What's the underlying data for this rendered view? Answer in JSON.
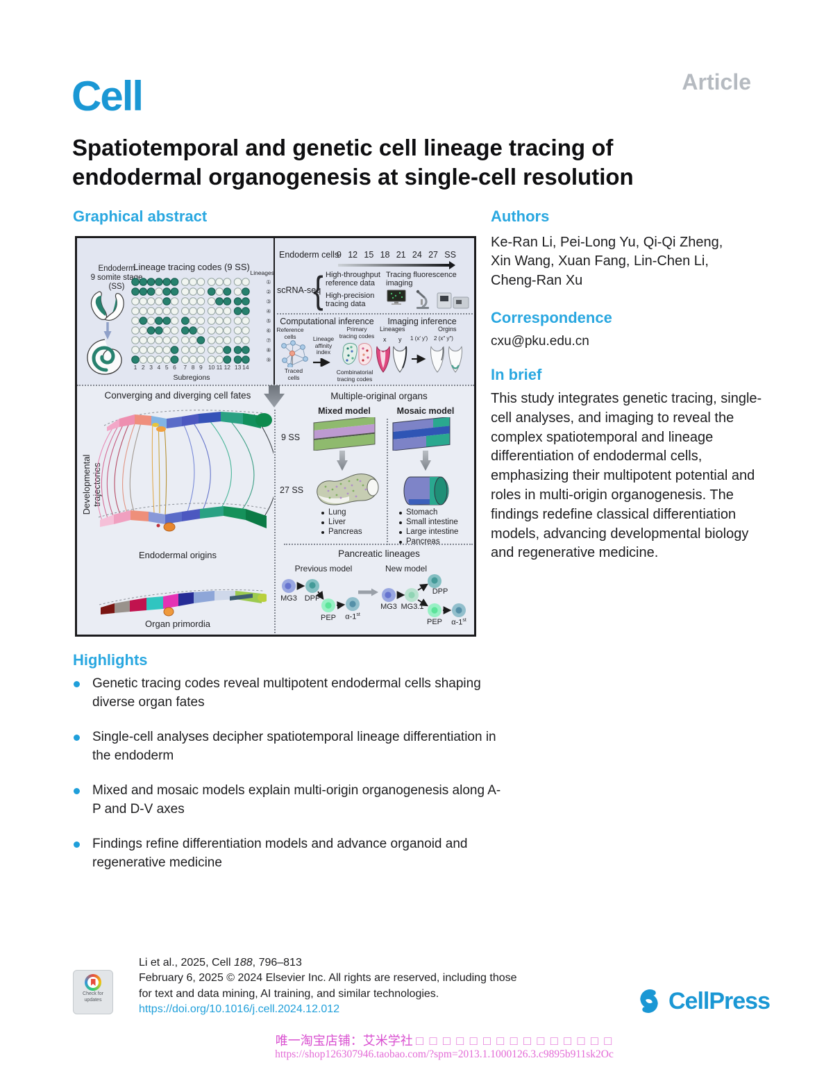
{
  "page": {
    "article_label": "Article"
  },
  "brand": {
    "logo": "Cell",
    "cellpress": "CellPress"
  },
  "title": {
    "line1": "Spatiotemporal and genetic cell lineage tracing of",
    "line2": "endodermal organogenesis at single-cell resolution"
  },
  "sections": {
    "graphical_abstract": "Graphical abstract",
    "authors": "Authors",
    "correspondence": "Correspondence",
    "in_brief": "In brief",
    "highlights": "Highlights"
  },
  "authors": {
    "line1": "Ke-Ran Li, Pei-Long Yu, Qi-Qi Zheng,",
    "line2": "Xin Wang, Xuan Fang, Lin-Chen Li,",
    "line3": "Cheng-Ran Xu"
  },
  "correspondence": {
    "email": "cxu@pku.edu.cn"
  },
  "in_brief": {
    "text": "This study integrates genetic tracing, single-cell analyses, and imaging to reveal the complex spatiotemporal and lineage differentiation of endodermal cells, emphasizing their multipotent potential and roles in multi-origin organogenesis. The findings redefine classical differentiation models, advancing developmental biology and regenerative medicine."
  },
  "highlights": {
    "items": [
      "Genetic tracing codes reveal multipotent endodermal cells shaping diverse organ fates",
      "Single-cell analyses decipher spatiotemporal lineage differentiation in the endoderm",
      "Mixed and mosaic models explain multi-origin organogenesis along A-P and D-V axes",
      "Findings refine differentiation models and advance organoid and regenerative medicine"
    ]
  },
  "abstract": {
    "stage": {
      "l1": "Endoderm",
      "l2": "9 somite stage",
      "l3": "(SS)"
    },
    "matrix": {
      "title": "Lineage tracing codes (9 SS)",
      "lineages": "Lineages",
      "subregions": "Subregions",
      "row_labels": [
        "①",
        "②",
        "③",
        "④",
        "⑤",
        "⑥",
        "⑦",
        "⑧",
        "⑨"
      ],
      "col_labels": [
        "1",
        "2",
        "3",
        "4",
        "5",
        "6",
        "7",
        "8",
        "9",
        "10",
        "11",
        "12",
        "13",
        "14"
      ],
      "rows": [
        [
          1,
          1,
          1,
          1,
          1,
          1,
          0,
          0,
          0,
          0,
          0,
          0,
          0,
          0
        ],
        [
          1,
          1,
          1,
          0,
          1,
          1,
          0,
          0,
          0,
          1,
          0,
          1,
          0,
          1
        ],
        [
          0,
          0,
          0,
          0,
          1,
          0,
          0,
          0,
          0,
          0,
          1,
          1,
          1,
          1
        ],
        [
          0,
          0,
          0,
          0,
          0,
          0,
          0,
          0,
          0,
          0,
          0,
          0,
          1,
          1
        ],
        [
          0,
          1,
          0,
          1,
          1,
          0,
          1,
          0,
          0,
          0,
          0,
          0,
          0,
          0
        ],
        [
          0,
          0,
          1,
          1,
          0,
          0,
          1,
          1,
          0,
          0,
          0,
          0,
          0,
          0
        ],
        [
          0,
          0,
          0,
          0,
          0,
          0,
          0,
          0,
          1,
          0,
          0,
          0,
          0,
          0
        ],
        [
          0,
          0,
          0,
          0,
          0,
          1,
          0,
          0,
          0,
          0,
          0,
          1,
          1,
          1
        ],
        [
          1,
          0,
          0,
          0,
          0,
          1,
          0,
          0,
          0,
          0,
          0,
          1,
          1,
          1
        ]
      ]
    },
    "timeline": {
      "label": "Endoderm cells",
      "ticks": [
        "9",
        "12",
        "15",
        "18",
        "21",
        "24",
        "27",
        "SS"
      ]
    },
    "scrna": {
      "label": "scRNA-seq",
      "brace": "{",
      "o1a": "High-throughput",
      "o1b": "reference data",
      "o2a": "High-precision",
      "o2b": "tracing data"
    },
    "imaging": {
      "l1": "Tracing fluorescence",
      "l2": "imaging"
    },
    "comp": {
      "title": "Computational inference",
      "ref1": "Reference",
      "ref2": "cells",
      "traced1": "Traced",
      "traced2": "cells",
      "aff1": "Lineage",
      "aff2": "affinity",
      "aff3": "index",
      "pri1": "Primary",
      "pri2": "tracing codes",
      "comb1": "Combinatorial",
      "comb2": "tracing codes"
    },
    "img_inf": {
      "title": "Imaging inference",
      "lineages": "Lineages",
      "x": "x",
      "y": "y",
      "origins": "Orgins",
      "o1": "1 (x′ y′)",
      "o2": "2 (x″ y″)"
    },
    "fates": {
      "title": "Converging and diverging cell fates",
      "vertical": "Developmental trajectories",
      "origins": "Endodermal origins",
      "primordia": "Organ primordia"
    },
    "organs": {
      "title": "Multiple-original organs",
      "mixed": "Mixed model",
      "mosaic": "Mosaic model",
      "ss9": "9 SS",
      "ss27": "27 SS",
      "mixed_list": [
        "Lung",
        "Liver",
        "Pancreas"
      ],
      "mosaic_list": [
        "Stomach",
        "Small intestine",
        "Large intestine",
        "Pancreas"
      ]
    },
    "pancreas": {
      "title": "Pancreatic lineages",
      "previous": "Previous model",
      "newm": "New model",
      "p_mg3": "MG3",
      "p_dpp": "DPP",
      "p_pep": "PEP",
      "p_a1": "α-1",
      "p_a1s": "st",
      "n_mg3": "MG3",
      "n_mg31": "MG3.1",
      "n_dpp": "DPP",
      "n_pep": "PEP",
      "n_a1": "α-1",
      "n_a1s": "st"
    }
  },
  "footer": {
    "citation_pre": "Li et al., 2025, Cell ",
    "citation_vol": "188",
    "citation_post": ", 796–813",
    "line2": "February 6, 2025 © 2024 Elsevier Inc. All rights are reserved, including those",
    "line3": "for text and data mining, AI training, and similar technologies.",
    "doi": "https://doi.org/10.1016/j.cell.2024.12.012",
    "badge1": "Check for",
    "badge2": "updates"
  },
  "shop": {
    "line1": "唯一淘宝店铺：艾米学社",
    "boxes": "□ □ □ □ □ □ □ □ □ □ □ □ □ □ □",
    "url": "https://shop126307946.taobao.com/?spm=2013.1.1000126.3.c9895b911sk2Oc"
  },
  "colors": {
    "accent_blue": "#29a7e0",
    "logo_blue": "#1a97d4",
    "article_gray": "#b5bac0",
    "teal_dot": "#27816e",
    "pink_text": "#d94fd0"
  }
}
